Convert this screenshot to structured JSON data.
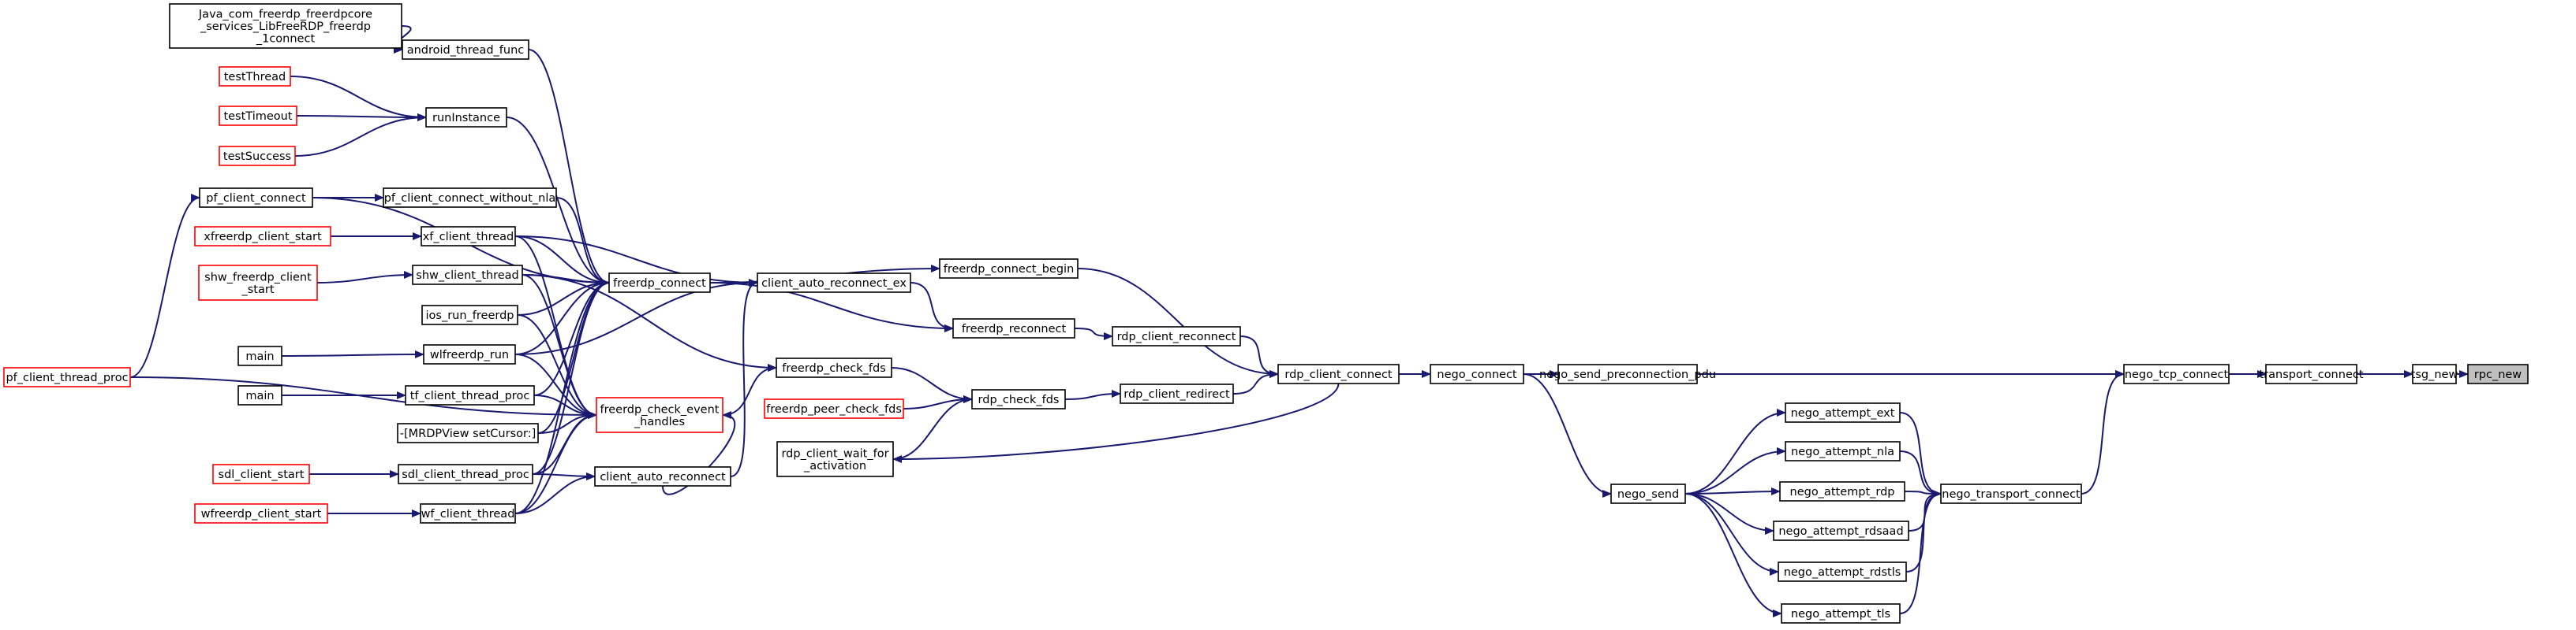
{
  "graph": {
    "edge_color": "#191970",
    "box_border_color": "#000000",
    "truncated_border_color": "#ff0000",
    "current_fill_color": "#bfbfbf",
    "nodes": [
      {
        "id": "rpc_new",
        "label": [
          "rpc_new"
        ],
        "style": "current"
      },
      {
        "id": "tsg_new",
        "label": [
          "tsg_new"
        ],
        "style": "normal"
      },
      {
        "id": "transport_connect",
        "label": [
          "transport_connect"
        ],
        "style": "normal"
      },
      {
        "id": "nego_tcp_connect",
        "label": [
          "nego_tcp_connect"
        ],
        "style": "normal"
      },
      {
        "id": "nego_transport_connect",
        "label": [
          "nego_transport_connect"
        ],
        "style": "normal"
      },
      {
        "id": "nego_connect",
        "label": [
          "nego_connect"
        ],
        "style": "normal"
      },
      {
        "id": "nego_send_preconnection_pdu",
        "label": [
          "nego_send_preconnection_pdu"
        ],
        "style": "normal"
      },
      {
        "id": "nego_attempt_ext",
        "label": [
          "nego_attempt_ext"
        ],
        "style": "normal"
      },
      {
        "id": "nego_attempt_nla",
        "label": [
          "nego_attempt_nla"
        ],
        "style": "normal"
      },
      {
        "id": "nego_attempt_rdp",
        "label": [
          "nego_attempt_rdp"
        ],
        "style": "normal"
      },
      {
        "id": "nego_attempt_rdsaad",
        "label": [
          "nego_attempt_rdsaad"
        ],
        "style": "normal"
      },
      {
        "id": "nego_attempt_rdstls",
        "label": [
          "nego_attempt_rdstls"
        ],
        "style": "normal"
      },
      {
        "id": "nego_attempt_tls",
        "label": [
          "nego_attempt_tls"
        ],
        "style": "normal"
      },
      {
        "id": "nego_send",
        "label": [
          "nego_send"
        ],
        "style": "normal"
      },
      {
        "id": "rdp_client_connect",
        "label": [
          "rdp_client_connect"
        ],
        "style": "normal"
      },
      {
        "id": "freerdp_connect_begin",
        "label": [
          "freerdp_connect_begin"
        ],
        "style": "normal"
      },
      {
        "id": "rdp_client_reconnect",
        "label": [
          "rdp_client_reconnect"
        ],
        "style": "normal"
      },
      {
        "id": "rdp_client_redirect",
        "label": [
          "rdp_client_redirect"
        ],
        "style": "normal"
      },
      {
        "id": "rdp_client_wait_for_activation",
        "label": [
          "rdp_client_wait_for",
          "_activation"
        ],
        "style": "normal"
      },
      {
        "id": "freerdp_reconnect",
        "label": [
          "freerdp_reconnect"
        ],
        "style": "normal"
      },
      {
        "id": "rdp_check_fds",
        "label": [
          "rdp_check_fds"
        ],
        "style": "normal"
      },
      {
        "id": "freerdp_check_fds",
        "label": [
          "freerdp_check_fds"
        ],
        "style": "normal"
      },
      {
        "id": "freerdp_peer_check_fds",
        "label": [
          "freerdp_peer_check_fds"
        ],
        "style": "truncated"
      },
      {
        "id": "client_auto_reconnect_ex",
        "label": [
          "client_auto_reconnect_ex"
        ],
        "style": "normal"
      },
      {
        "id": "client_auto_reconnect",
        "label": [
          "client_auto_reconnect"
        ],
        "style": "normal"
      },
      {
        "id": "freerdp_connect",
        "label": [
          "freerdp_connect"
        ],
        "style": "normal"
      },
      {
        "id": "freerdp_check_event_handles",
        "label": [
          "freerdp_check_event",
          "_handles"
        ],
        "style": "truncated"
      },
      {
        "id": "java_connect",
        "label": [
          "Java_com_freerdp_freerdpcore",
          "_services_LibFreeRDP_freerdp",
          "_1connect"
        ],
        "style": "normal"
      },
      {
        "id": "android_thread_func",
        "label": [
          "android_thread_func"
        ],
        "style": "normal"
      },
      {
        "id": "testThread",
        "label": [
          "testThread"
        ],
        "style": "truncated"
      },
      {
        "id": "testTimeout",
        "label": [
          "testTimeout"
        ],
        "style": "truncated"
      },
      {
        "id": "testSuccess",
        "label": [
          "testSuccess"
        ],
        "style": "truncated"
      },
      {
        "id": "runInstance",
        "label": [
          "runInstance"
        ],
        "style": "normal"
      },
      {
        "id": "pf_client_connect",
        "label": [
          "pf_client_connect"
        ],
        "style": "normal"
      },
      {
        "id": "pf_client_connect_without_nla",
        "label": [
          "pf_client_connect_without_nla"
        ],
        "style": "normal"
      },
      {
        "id": "xfreerdp_client_start",
        "label": [
          "xfreerdp_client_start"
        ],
        "style": "truncated"
      },
      {
        "id": "xf_client_thread",
        "label": [
          "xf_client_thread"
        ],
        "style": "normal"
      },
      {
        "id": "shw_freerdp_client_start",
        "label": [
          "shw_freerdp_client",
          "_start"
        ],
        "style": "truncated"
      },
      {
        "id": "shw_client_thread",
        "label": [
          "shw_client_thread"
        ],
        "style": "normal"
      },
      {
        "id": "ios_run_freerdp",
        "label": [
          "ios_run_freerdp"
        ],
        "style": "normal"
      },
      {
        "id": "main1",
        "label": [
          "main"
        ],
        "style": "normal"
      },
      {
        "id": "wlfreerdp_run",
        "label": [
          "wlfreerdp_run"
        ],
        "style": "normal"
      },
      {
        "id": "main2",
        "label": [
          "main"
        ],
        "style": "normal"
      },
      {
        "id": "tf_client_thread_proc",
        "label": [
          "tf_client_thread_proc"
        ],
        "style": "normal"
      },
      {
        "id": "mrdpview",
        "label": [
          "-[MRDPView setCursor:]"
        ],
        "style": "normal"
      },
      {
        "id": "sdl_client_start",
        "label": [
          "sdl_client_start"
        ],
        "style": "truncated"
      },
      {
        "id": "sdl_client_thread_proc",
        "label": [
          "sdl_client_thread_proc"
        ],
        "style": "normal"
      },
      {
        "id": "wfreerdp_client_start",
        "label": [
          "wfreerdp_client_start"
        ],
        "style": "truncated"
      },
      {
        "id": "wf_client_thread",
        "label": [
          "wf_client_thread"
        ],
        "style": "normal"
      },
      {
        "id": "pf_client_thread_proc",
        "label": [
          "pf_client_thread_proc"
        ],
        "style": "truncated"
      }
    ],
    "edges": [
      [
        "tsg_new",
        "rpc_new"
      ],
      [
        "transport_connect",
        "tsg_new"
      ],
      [
        "nego_tcp_connect",
        "transport_connect"
      ],
      [
        "nego_transport_connect",
        "nego_tcp_connect"
      ],
      [
        "nego_connect",
        "nego_tcp_connect"
      ],
      [
        "nego_send_preconnection_pdu",
        "nego_tcp_connect"
      ],
      [
        "nego_attempt_ext",
        "nego_transport_connect"
      ],
      [
        "nego_attempt_nla",
        "nego_transport_connect"
      ],
      [
        "nego_attempt_rdp",
        "nego_transport_connect"
      ],
      [
        "nego_attempt_rdsaad",
        "nego_transport_connect"
      ],
      [
        "nego_attempt_rdstls",
        "nego_transport_connect"
      ],
      [
        "nego_attempt_tls",
        "nego_transport_connect"
      ],
      [
        "nego_connect",
        "nego_send_preconnection_pdu"
      ],
      [
        "nego_send",
        "nego_attempt_ext"
      ],
      [
        "nego_send",
        "nego_attempt_nla"
      ],
      [
        "nego_send",
        "nego_attempt_rdp"
      ],
      [
        "nego_send",
        "nego_attempt_rdsaad"
      ],
      [
        "nego_send",
        "nego_attempt_rdstls"
      ],
      [
        "nego_send",
        "nego_attempt_tls"
      ],
      [
        "nego_connect",
        "nego_send"
      ],
      [
        "rdp_client_connect",
        "nego_connect"
      ],
      [
        "freerdp_connect_begin",
        "rdp_client_connect"
      ],
      [
        "rdp_client_reconnect",
        "rdp_client_connect"
      ],
      [
        "rdp_client_redirect",
        "rdp_client_connect"
      ],
      [
        "rdp_client_connect",
        "rdp_client_wait_for_activation"
      ],
      [
        "freerdp_reconnect",
        "rdp_client_reconnect"
      ],
      [
        "rdp_check_fds",
        "rdp_client_redirect"
      ],
      [
        "freerdp_check_fds",
        "rdp_check_fds"
      ],
      [
        "freerdp_peer_check_fds",
        "rdp_check_fds"
      ],
      [
        "rdp_client_wait_for_activation",
        "rdp_check_fds"
      ],
      [
        "client_auto_reconnect_ex",
        "freerdp_reconnect"
      ],
      [
        "freerdp_connect",
        "freerdp_reconnect"
      ],
      [
        "freerdp_connect",
        "freerdp_connect_begin"
      ],
      [
        "freerdp_check_event_handles",
        "freerdp_check_fds"
      ],
      [
        "client_auto_reconnect",
        "client_auto_reconnect_ex"
      ],
      [
        "xf_client_thread",
        "client_auto_reconnect_ex"
      ],
      [
        "wlfreerdp_run",
        "client_auto_reconnect_ex"
      ],
      [
        "shw_client_thread",
        "freerdp_check_fds"
      ],
      [
        "java_connect",
        "android_thread_func"
      ],
      [
        "android_thread_func",
        "freerdp_connect"
      ],
      [
        "testThread",
        "runInstance"
      ],
      [
        "testTimeout",
        "runInstance"
      ],
      [
        "testSuccess",
        "runInstance"
      ],
      [
        "runInstance",
        "freerdp_connect"
      ],
      [
        "pf_client_connect",
        "freerdp_connect"
      ],
      [
        "pf_client_connect_without_nla",
        "freerdp_connect"
      ],
      [
        "pf_client_connect",
        "pf_client_connect_without_nla"
      ],
      [
        "xfreerdp_client_start",
        "xf_client_thread"
      ],
      [
        "xf_client_thread",
        "freerdp_connect"
      ],
      [
        "shw_freerdp_client_start",
        "shw_client_thread"
      ],
      [
        "shw_client_thread",
        "freerdp_connect"
      ],
      [
        "ios_run_freerdp",
        "freerdp_connect"
      ],
      [
        "main1",
        "wlfreerdp_run"
      ],
      [
        "wlfreerdp_run",
        "freerdp_connect"
      ],
      [
        "main2",
        "tf_client_thread_proc"
      ],
      [
        "tf_client_thread_proc",
        "freerdp_connect"
      ],
      [
        "mrdpview",
        "freerdp_connect"
      ],
      [
        "sdl_client_start",
        "sdl_client_thread_proc"
      ],
      [
        "sdl_client_thread_proc",
        "freerdp_connect"
      ],
      [
        "wfreerdp_client_start",
        "wf_client_thread"
      ],
      [
        "wf_client_thread",
        "freerdp_connect"
      ],
      [
        "xf_client_thread",
        "freerdp_check_event_handles"
      ],
      [
        "shw_client_thread",
        "freerdp_check_event_handles"
      ],
      [
        "ios_run_freerdp",
        "freerdp_check_event_handles"
      ],
      [
        "wlfreerdp_run",
        "freerdp_check_event_handles"
      ],
      [
        "tf_client_thread_proc",
        "freerdp_check_event_handles"
      ],
      [
        "mrdpview",
        "freerdp_check_event_handles"
      ],
      [
        "sdl_client_thread_proc",
        "freerdp_check_event_handles"
      ],
      [
        "wf_client_thread",
        "freerdp_check_event_handles"
      ],
      [
        "client_auto_reconnect",
        "freerdp_check_event_handles"
      ],
      [
        "sdl_client_thread_proc",
        "client_auto_reconnect"
      ],
      [
        "wf_client_thread",
        "client_auto_reconnect"
      ],
      [
        "pf_client_thread_proc",
        "pf_client_connect"
      ],
      [
        "pf_client_thread_proc",
        "freerdp_check_event_handles"
      ]
    ]
  }
}
